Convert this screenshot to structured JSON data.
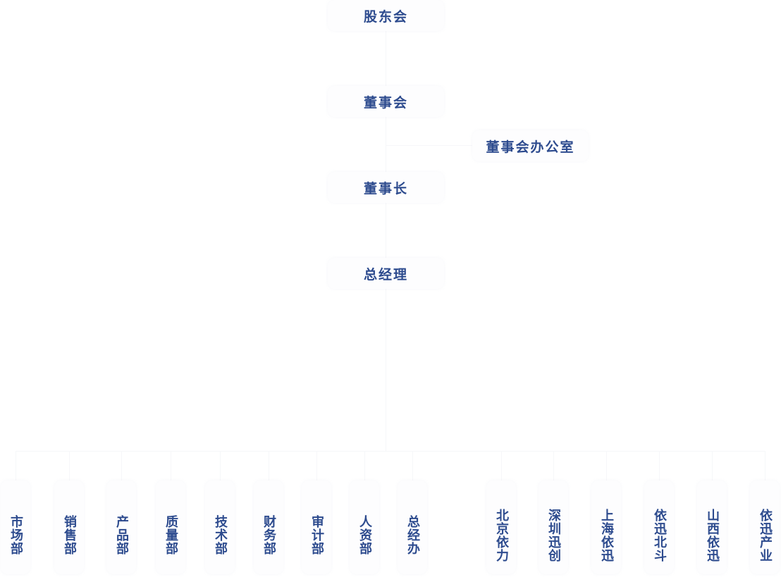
{
  "top_nodes": {
    "shareholders": "股东会",
    "board": "董事会",
    "board_office": "董事会办公室",
    "chairman": "董事长",
    "general_manager": "总经理"
  },
  "departments": [
    "市场部",
    "销售部",
    "产品部",
    "质量部",
    "技术部",
    "财务部",
    "审计部",
    "人资部",
    "总经办"
  ],
  "subsidiaries": [
    "北京依力",
    "深圳迅创",
    "上海依迅",
    "依迅北斗",
    "山西依迅",
    "依迅产业"
  ],
  "colors": {
    "text": "#2d4b8e",
    "box": "#fdfdfe",
    "line": "#f6f7f9"
  }
}
